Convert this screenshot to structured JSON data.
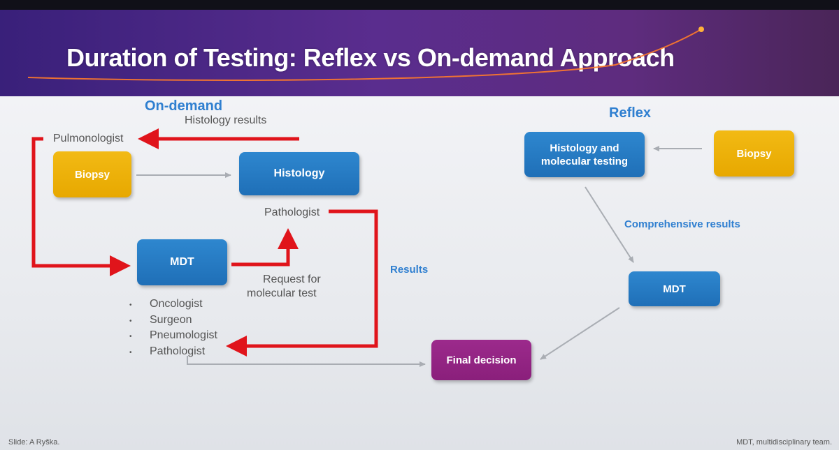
{
  "title": "Duration of Testing: Reflex vs On-demand Approach",
  "on_demand": {
    "heading": "On-demand",
    "histology_results_label": "Histology results",
    "pulmonologist": "Pulmonologist",
    "biopsy": "Biopsy",
    "histology": "Histology",
    "pathologist_label": "Pathologist",
    "mdt": "MDT",
    "request_line1": "Request for",
    "request_line2": "molecular test",
    "results_label": "Results",
    "roles": [
      "Oncologist",
      "Surgeon",
      "Pneumologist",
      "Pathologist"
    ]
  },
  "reflex": {
    "heading": "Reflex",
    "histology_mol_line1": "Histology and",
    "histology_mol_line2": "molecular testing",
    "biopsy": "Biopsy",
    "comprehensive_results": "Comprehensive results",
    "mdt": "MDT"
  },
  "final_decision": "Final decision",
  "footer_left": "Slide: A Ryška.",
  "footer_right": "MDT, multidisciplinary team.",
  "colors": {
    "header_purple": "#4e2a86",
    "box_blue": "#1f6fb7",
    "box_yellow": "#efb000",
    "box_purple": "#8a1f7b",
    "heading_blue": "#2f7fd0",
    "arrow_red": "#e0141b",
    "arrow_gray": "#a9adb3"
  }
}
